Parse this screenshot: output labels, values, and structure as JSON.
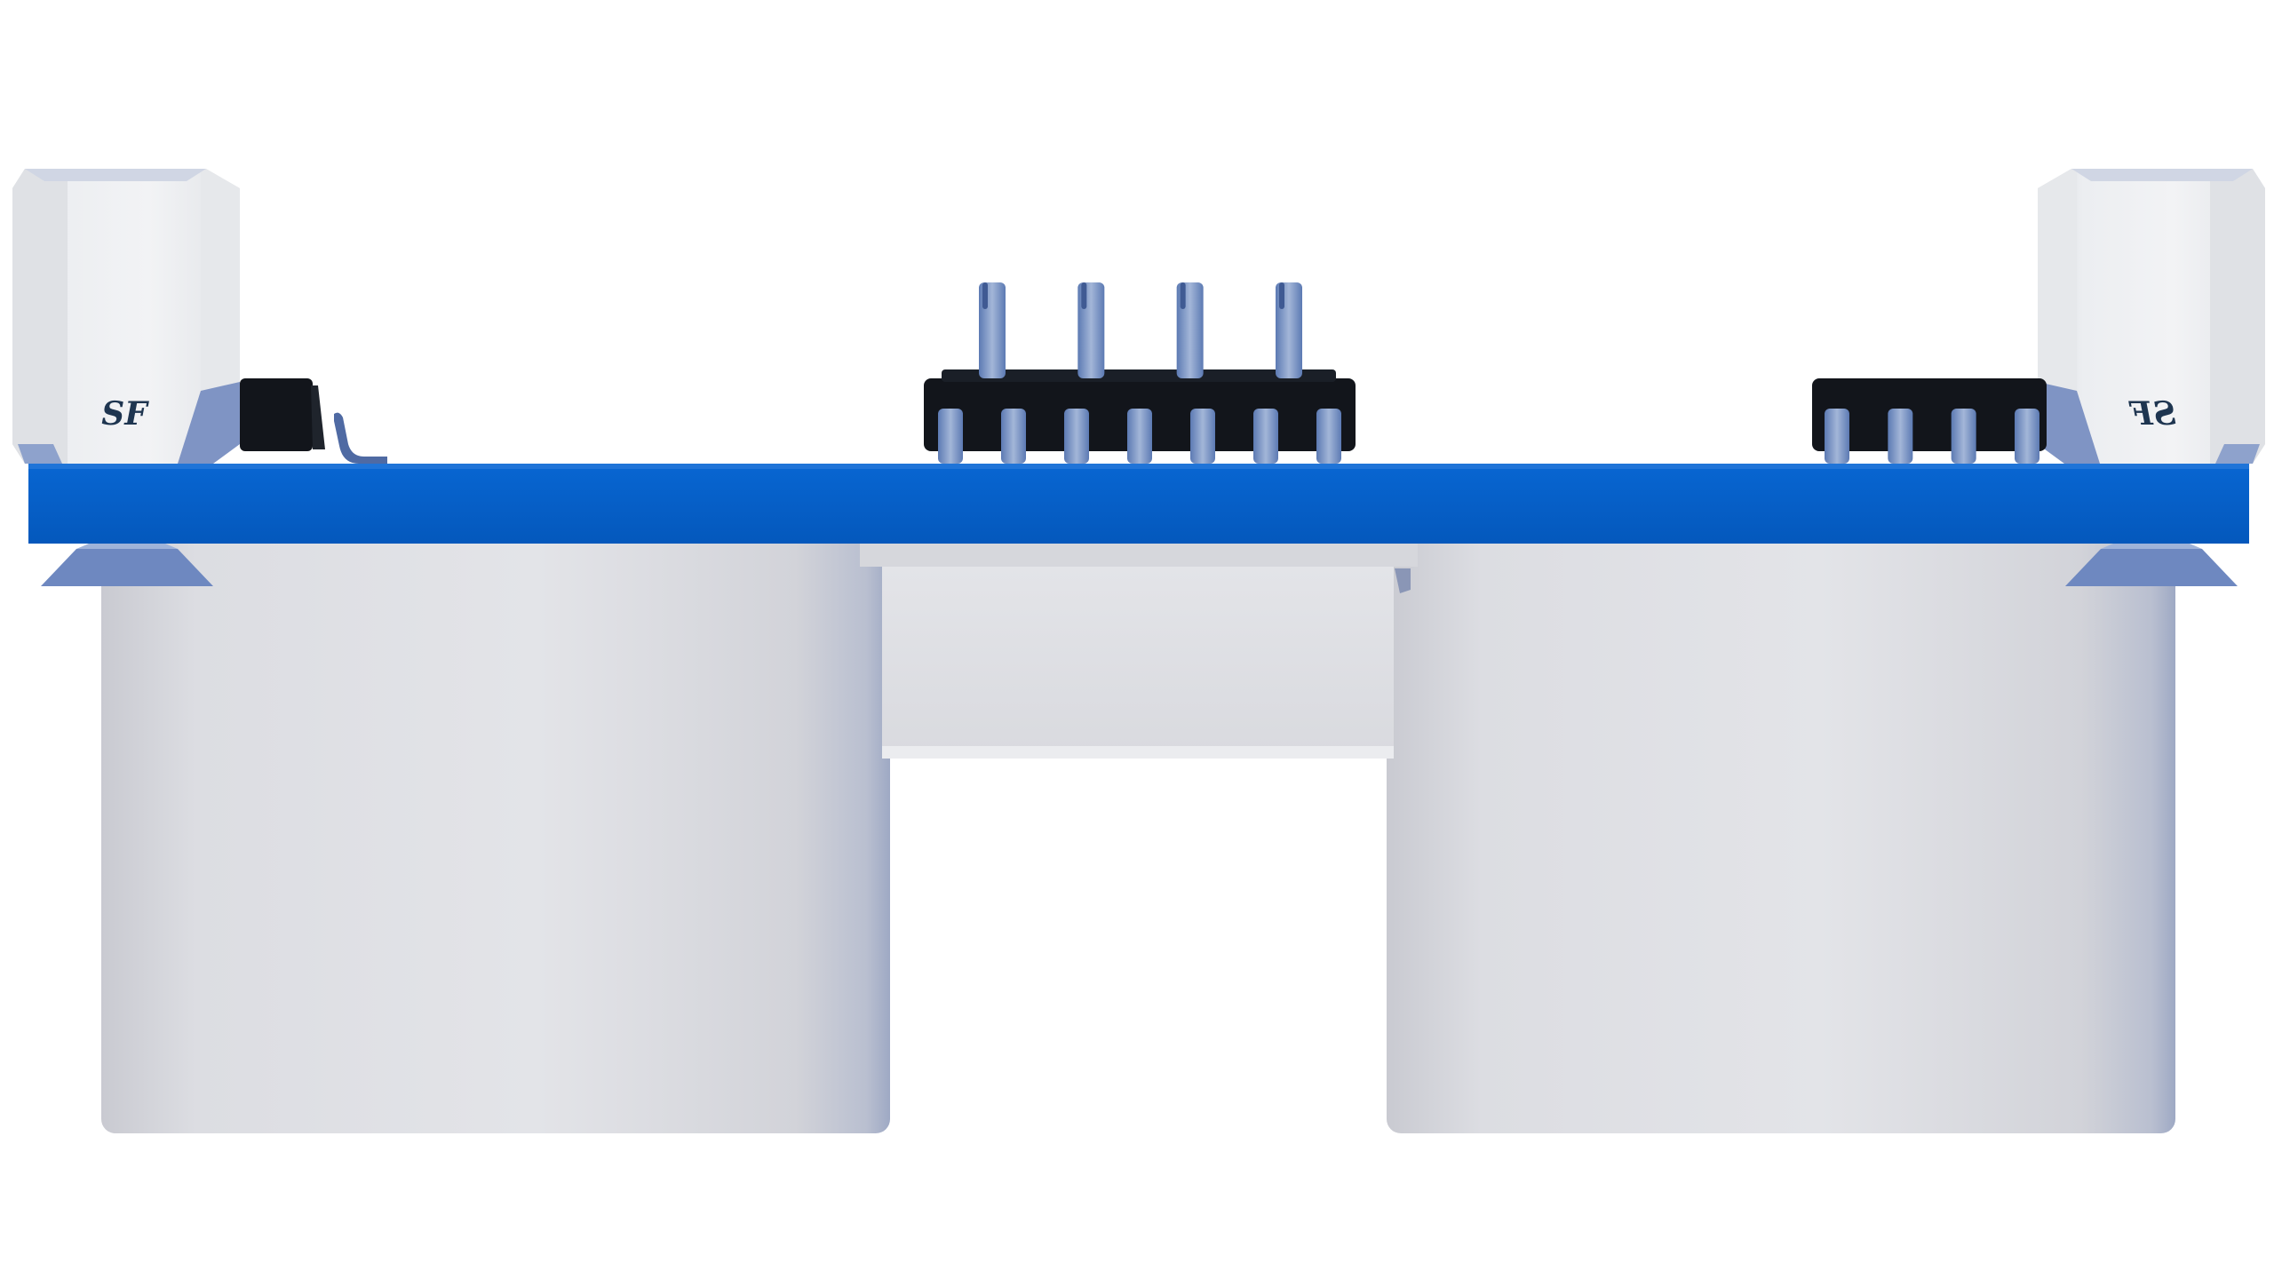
{
  "scene": {
    "description_free": true,
    "colors": {
      "background": "#ffffff",
      "pcb": "#0560c8",
      "standoff": "#e6e8ec",
      "transducer": "#dcdde2",
      "ic_body": "#12151b",
      "pin": "#6f8cc0"
    },
    "left_standoff": {
      "logo": "SF"
    },
    "right_standoff": {
      "logo": "SF"
    },
    "header_pins_count": 4,
    "main_ic_pins_count": 7,
    "right_ic_pins_count": 4
  }
}
